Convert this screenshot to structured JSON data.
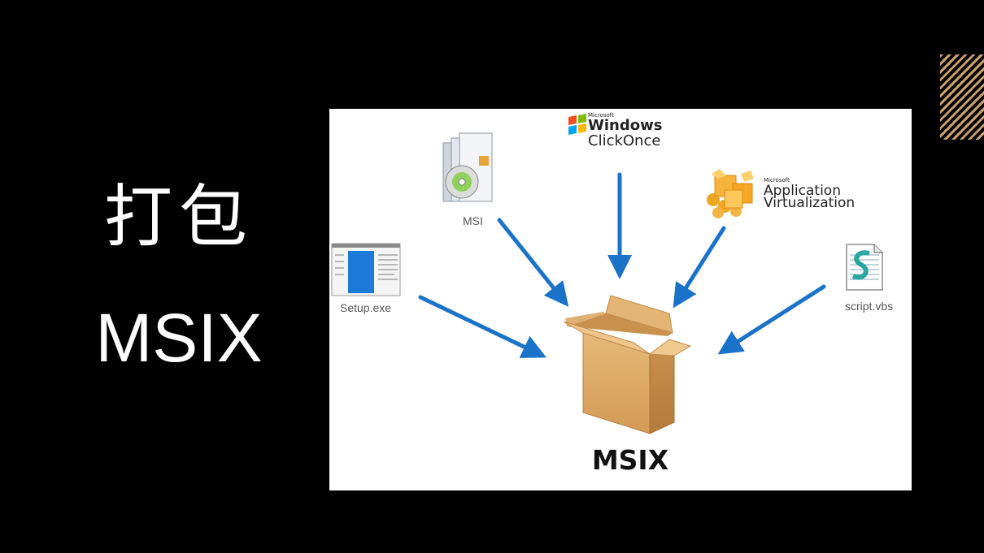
{
  "title": {
    "line1": "打包",
    "line2": "MSIX"
  },
  "diagram": {
    "sources": [
      {
        "id": "setup",
        "label": "Setup.exe",
        "icon": "setup-exe-window-icon"
      },
      {
        "id": "msi",
        "label": "MSI",
        "icon": "msi-installer-cd-icon"
      },
      {
        "id": "clickonce",
        "brand_small": "Microsoft",
        "brand_line1": "Windows",
        "brand_line2": "ClickOnce",
        "icon": "windows-flag-icon"
      },
      {
        "id": "appv",
        "brand_small": "Microsoft",
        "brand_line1": "Application",
        "brand_line2": "Virtualization",
        "icon": "app-v-cubes-icon"
      },
      {
        "id": "script",
        "label": "script.vbs",
        "icon": "vbs-script-file-icon"
      }
    ],
    "target": {
      "label": "MSIX",
      "icon": "cardboard-box-icon"
    },
    "colors": {
      "arrow": "#1a73c9",
      "box": "#d9a766",
      "accent": "#c9a06a"
    }
  }
}
